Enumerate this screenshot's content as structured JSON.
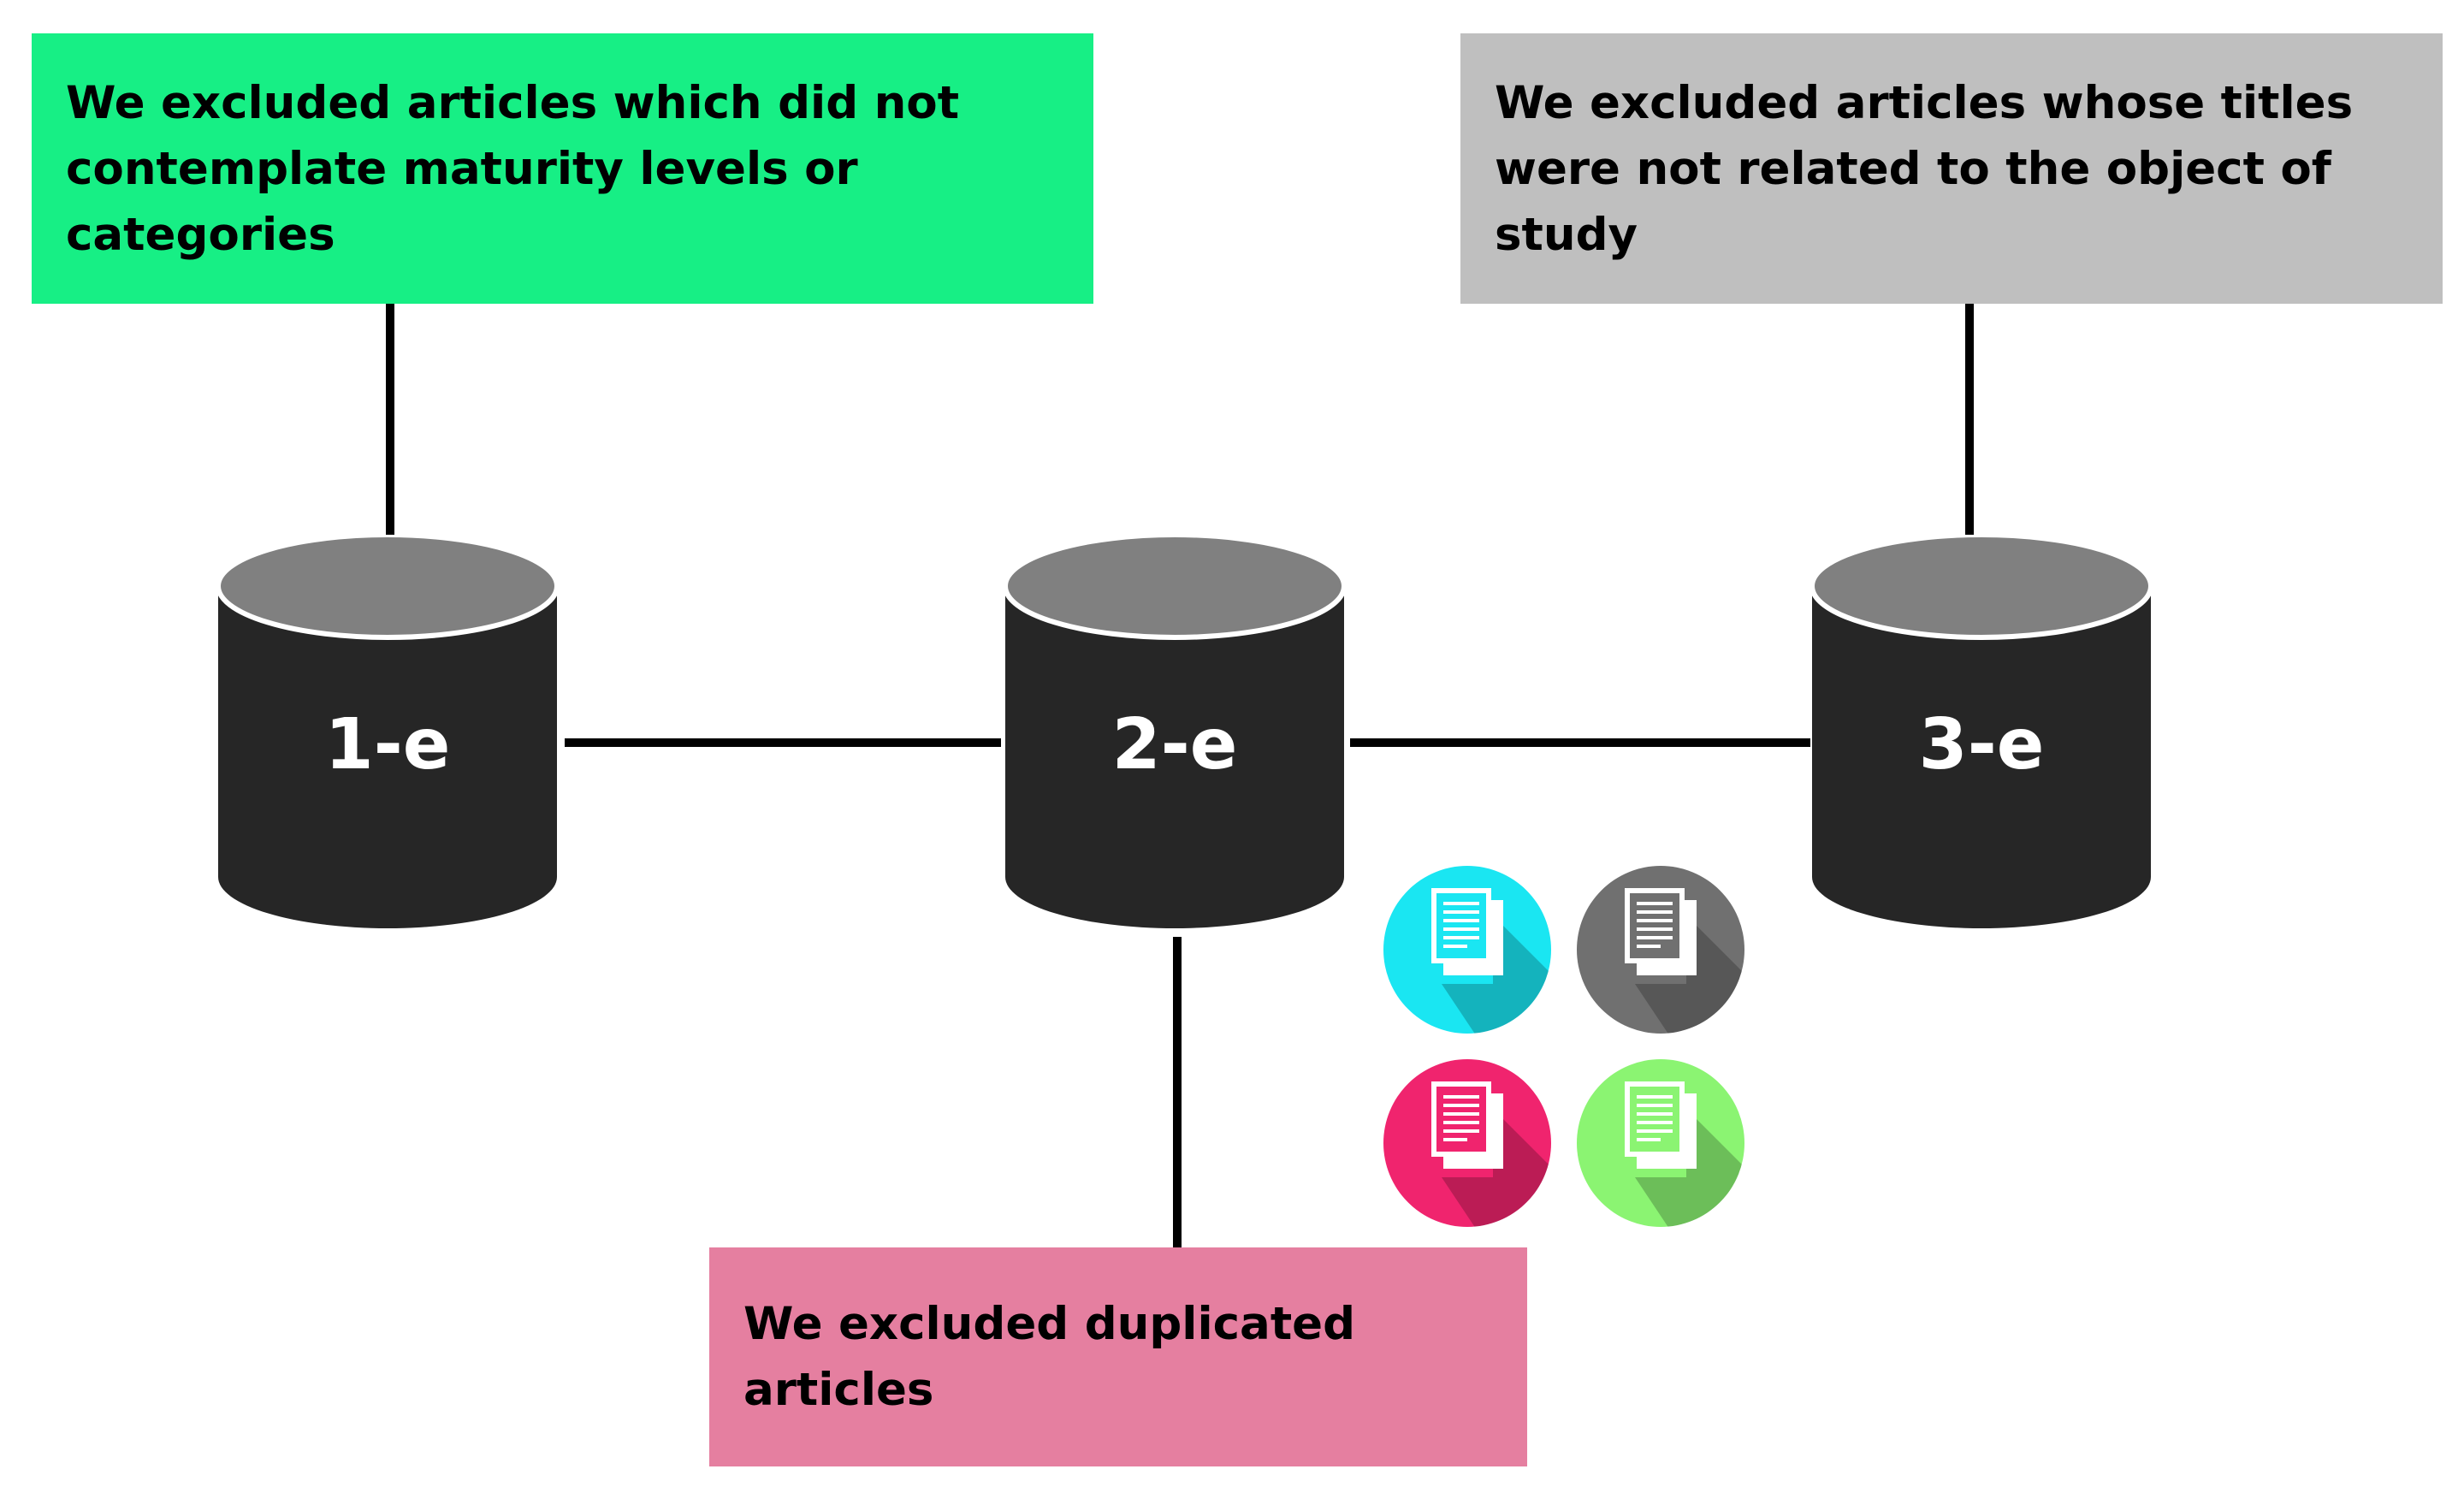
{
  "notes": {
    "note_1": "We excluded articles which did not contemplate maturity levels or categories",
    "note_2": "We excluded duplicated articles",
    "note_3": "We excluded articles whose titles were not related to the object of study"
  },
  "databases": [
    {
      "label": "1-e"
    },
    {
      "label": "2-e"
    },
    {
      "label": "3-e"
    }
  ],
  "colors": {
    "note_1": "#17ef85",
    "note_2": "#e57fa0",
    "note_3": "#bfbfbf",
    "db_body": "#262626",
    "db_top": "#808080",
    "icon_cyan": "#1ae6f2",
    "icon_gray": "#707070",
    "icon_pink": "#f0246e",
    "icon_green": "#8bf472"
  },
  "icons": [
    "document-icon-cyan",
    "document-icon-gray",
    "document-icon-pink",
    "document-icon-green"
  ]
}
